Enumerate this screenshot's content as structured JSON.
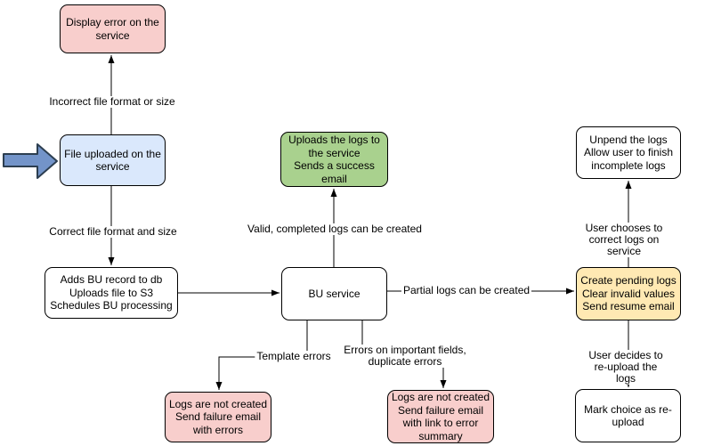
{
  "palette": {
    "error_pink": "#f8cecc",
    "upload_blue": "#dae8fc",
    "success_green": "#a9d18e",
    "pending_yellow": "#ffe9b3",
    "plain_white": "#ffffff",
    "shape_border": "#000000",
    "entry_arrow_fill": "#7394c9",
    "entry_arrow_border": "#2c3e50"
  },
  "nodes": {
    "display_error": {
      "text": "Display error on the\nservice",
      "color": "#f8cecc"
    },
    "file_uploaded": {
      "text": "File uploaded on the\nservice",
      "color": "#dae8fc"
    },
    "adds_bu_record": {
      "text": "Adds BU record to db\nUploads file to S3\nSchedules BU processing",
      "color": "#ffffff"
    },
    "bu_service": {
      "text": "BU service",
      "color": "#ffffff"
    },
    "uploads_logs": {
      "text": "Uploads the logs to\nthe service\nSends a success\nemail",
      "color": "#a9d18e"
    },
    "unpend_logs": {
      "text": "Unpend the logs\nAllow user to finish\nincomplete logs",
      "color": "#ffffff"
    },
    "create_pending": {
      "text": "Create pending logs\nClear invalid values\nSend resume email",
      "color": "#ffe9b3"
    },
    "logs_failure_errors": {
      "text": "Logs are not created\nSend failure email\nwith errors",
      "color": "#f8cecc"
    },
    "logs_failure_summary": {
      "text": "Logs are not created\nSend failure email\nwith link to error\nsummary",
      "color": "#f8cecc"
    },
    "mark_reupload": {
      "text": "Mark choice as re-\nupload",
      "color": "#ffffff"
    }
  },
  "edge_labels": {
    "incorrect_file": "Incorrect file format or size",
    "correct_file": "Correct file format and size",
    "valid_logs": "Valid, completed logs can be created",
    "partial_logs": "Partial logs can be created",
    "template_errors": "Template errors",
    "important_fields": "Errors on important fields,\nduplicate errors",
    "user_chooses": "User chooses to correct logs on service",
    "user_decides": "User decides to re-upload the logs"
  }
}
